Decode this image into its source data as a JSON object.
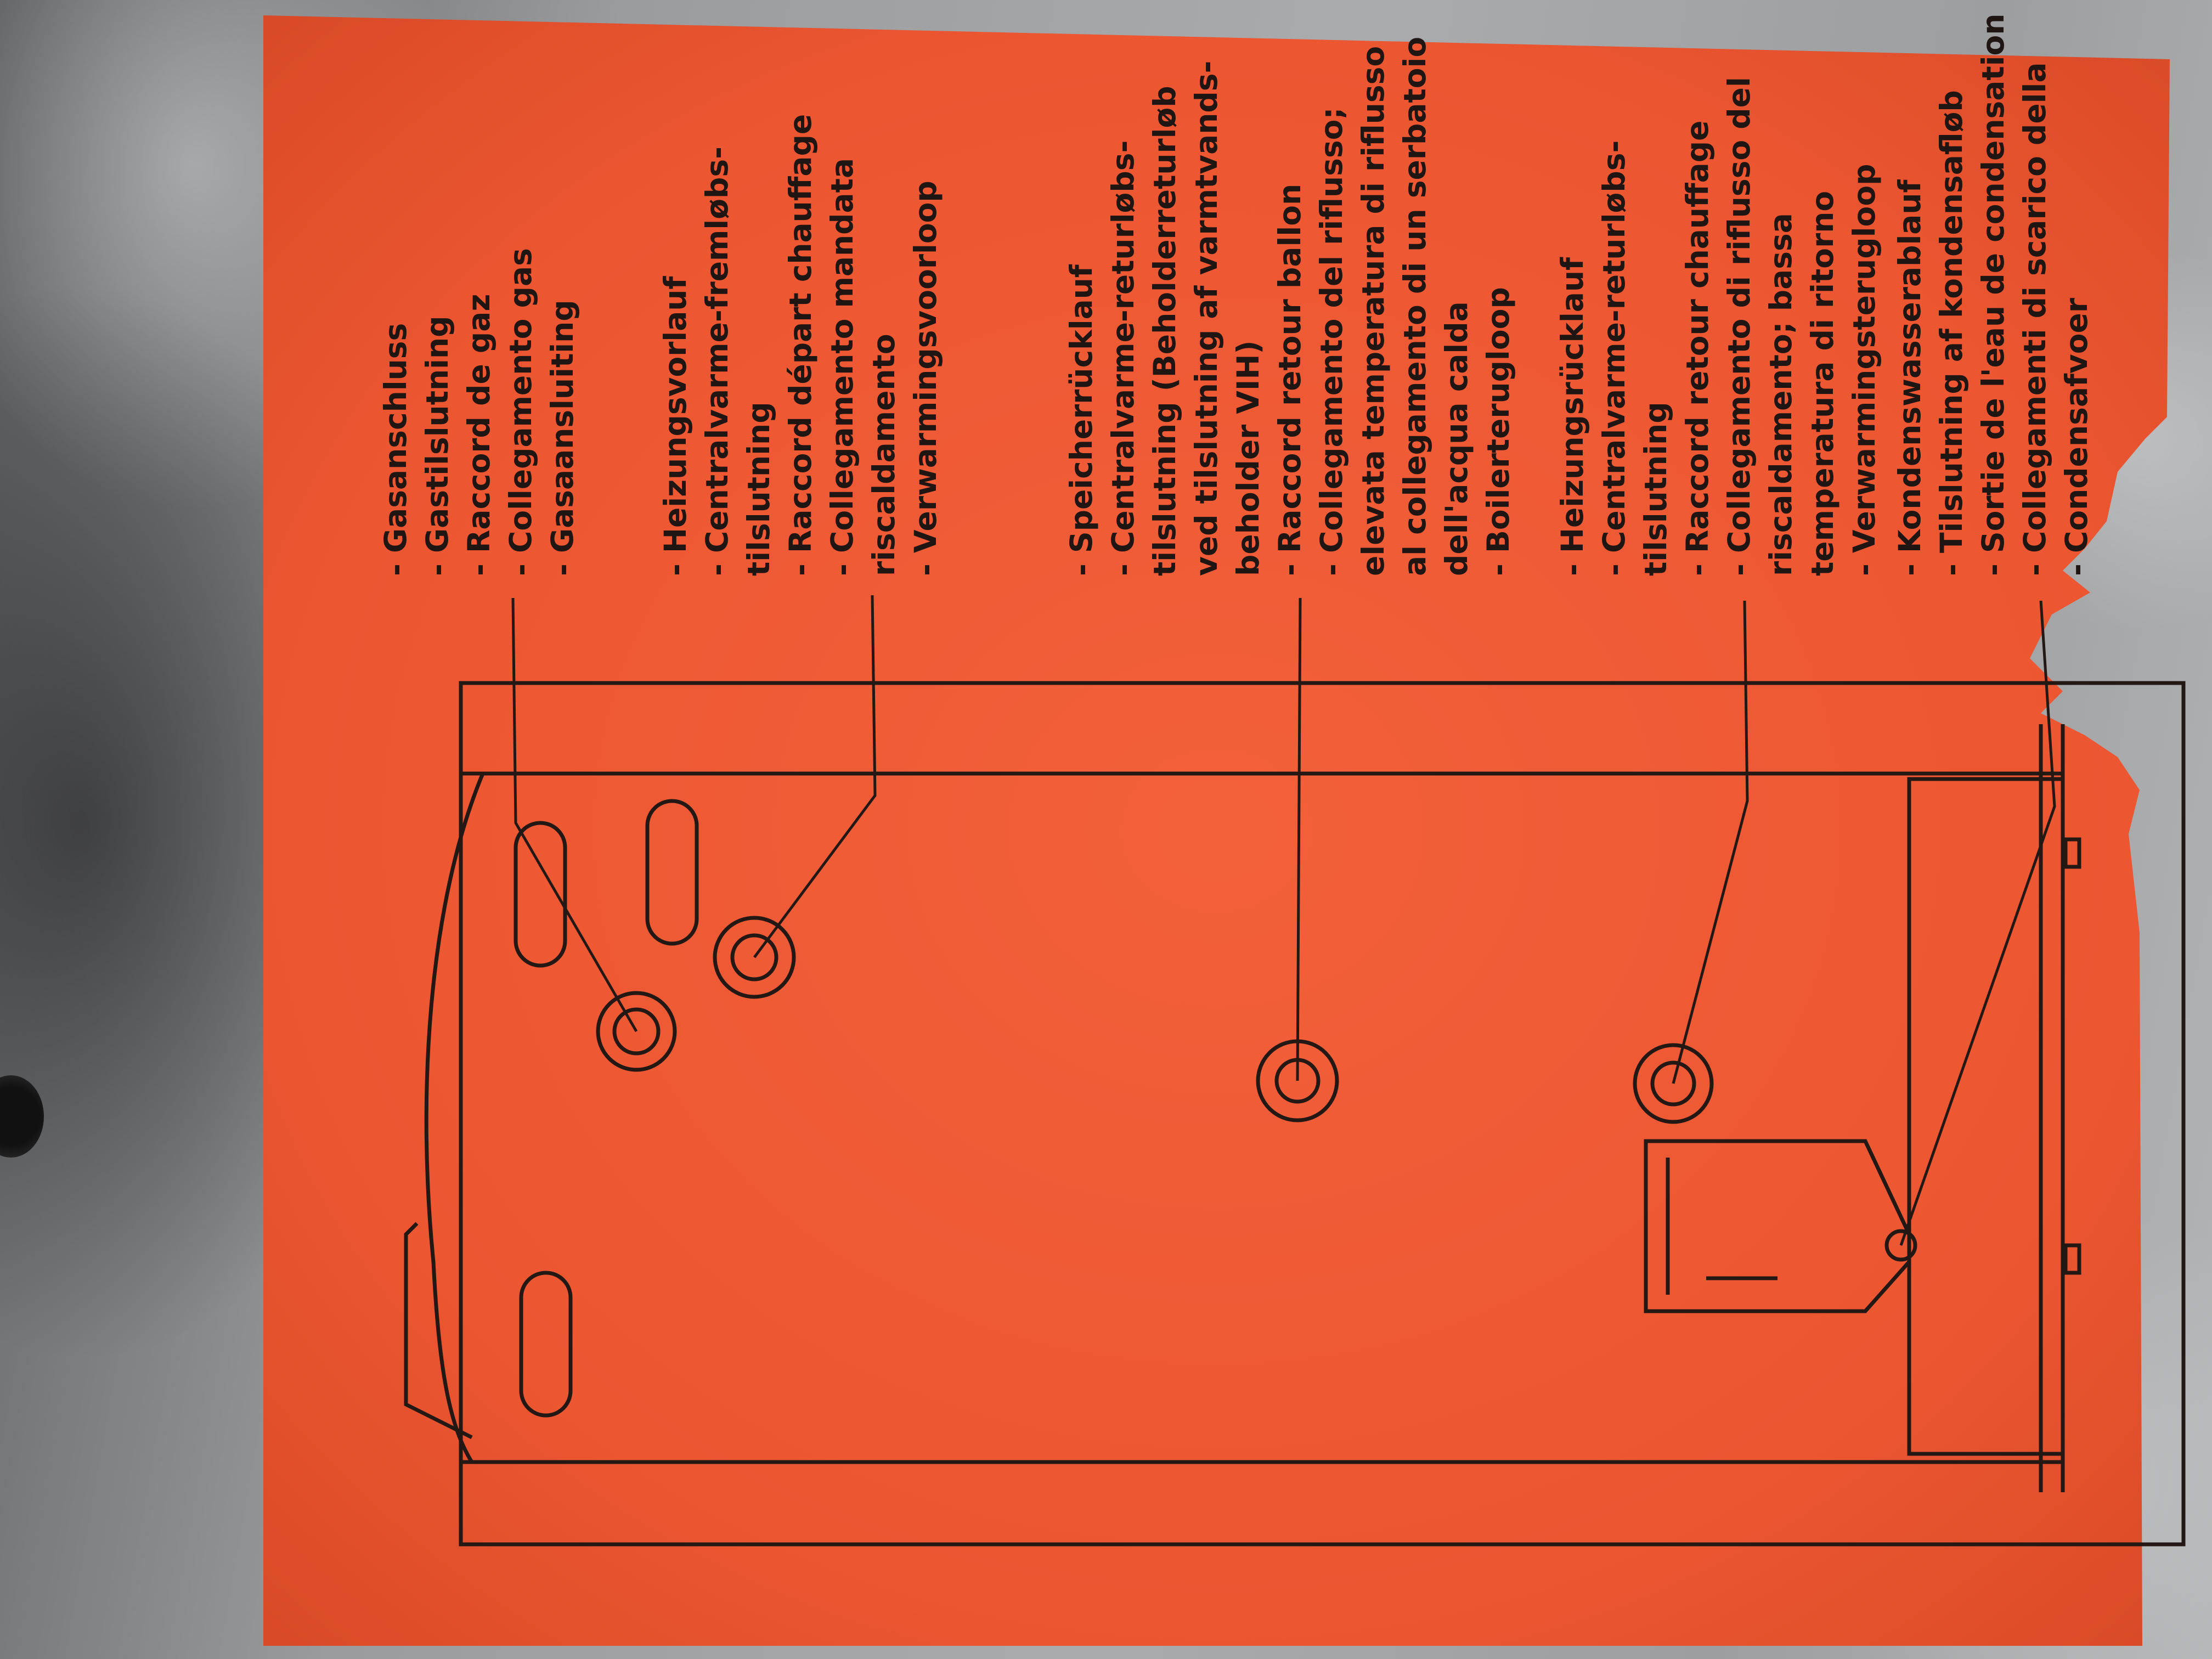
{
  "label": {
    "color": "#ef5a33",
    "ink_color": "#241815",
    "groups": [
      {
        "name": "gas",
        "lines": [
          "- Gasanschluss",
          "- Gastilslutning",
          "- Raccord de gaz",
          "- Collegamento gas",
          "- Gasaansluiting"
        ]
      },
      {
        "name": "heating-flow",
        "lines": [
          "- Heizungsvorlauf",
          "- Centralvarme-fremløbs-",
          "  tilslutning",
          "- Raccord départ chauffage",
          "- Collegamento mandata",
          "  riscaldamento",
          "- Verwarmingsvoorloop"
        ]
      },
      {
        "name": "cylinder-return",
        "lines": [
          "- Speicherrücklauf",
          "- Centralvarme-returløbs-",
          "  tilslutning (Beholderreturløb",
          "  ved tilslutning af varmtvands-",
          "  beholder VIH)",
          "- Raccord retour ballon",
          "- Collegamento del riflusso;",
          "  elevata temperatura di riflusso",
          "  al collegamento di un serbatoio",
          "  dell'acqua calda",
          "- Boilerterugloop"
        ]
      },
      {
        "name": "heating-return",
        "lines": [
          "- Heizungsrücklauf",
          "- Centralvarme-returløbs-",
          "  tilslutning",
          "- Raccord retour chauffage",
          "- Collegamento di riflusso del",
          "  riscaldamento; bassa",
          "  temperatura di ritorno",
          "- Verwarmingsterugloop"
        ]
      },
      {
        "name": "condensate",
        "lines": [
          "- Kondenswasserablauf",
          "- Tilslutning af kondensafløb",
          "- Sortie de l'eau de condensation",
          "- Collegamenti di scarico della",
          "- Condensafvoer"
        ]
      }
    ]
  }
}
